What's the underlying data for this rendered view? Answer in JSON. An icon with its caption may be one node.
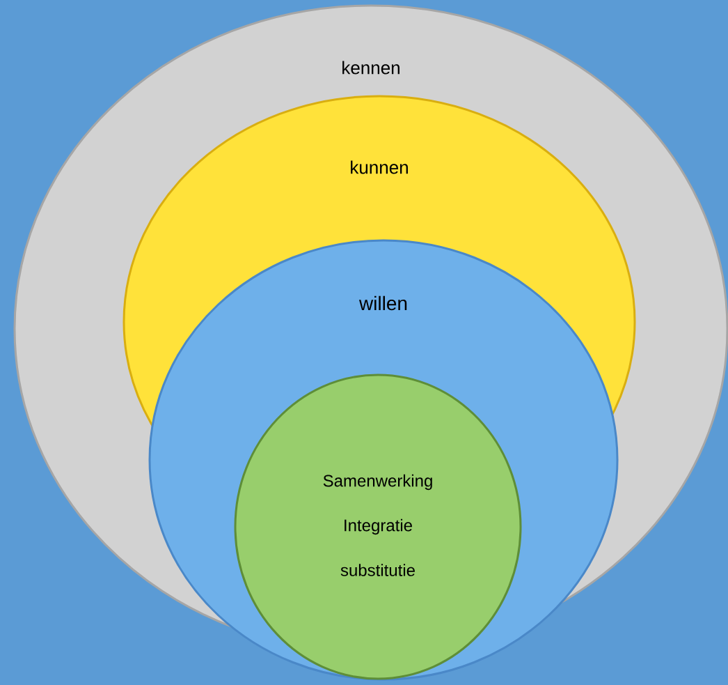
{
  "diagram": {
    "nodes": [
      {
        "text": [
          "kennen"
        ]
      },
      {
        "text": [
          "kunnen"
        ],
        "in": 0
      },
      {
        "text": [
          "willen"
        ]
      },
      {
        "text": [
          "Samenwerking",
          "Integratie",
          "substitutie"
        ],
        "in": 2
      }
    ]
  }
}
